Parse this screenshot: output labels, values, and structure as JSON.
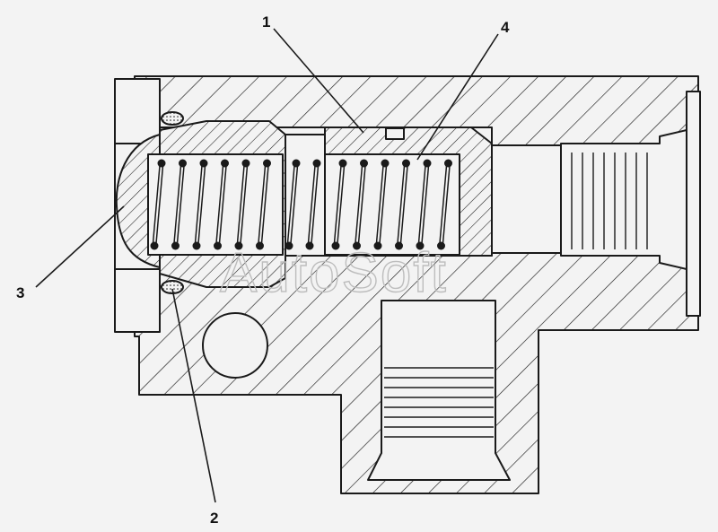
{
  "callouts": [
    {
      "id": "1",
      "text": "1"
    },
    {
      "id": "2",
      "text": "2"
    },
    {
      "id": "3",
      "text": "3"
    },
    {
      "id": "4",
      "text": "4"
    }
  ],
  "watermark": "AutoSoft",
  "colors": {
    "line": "#1a1a1a",
    "background": "#f3f3f3",
    "watermark": "#bdbdbd"
  }
}
